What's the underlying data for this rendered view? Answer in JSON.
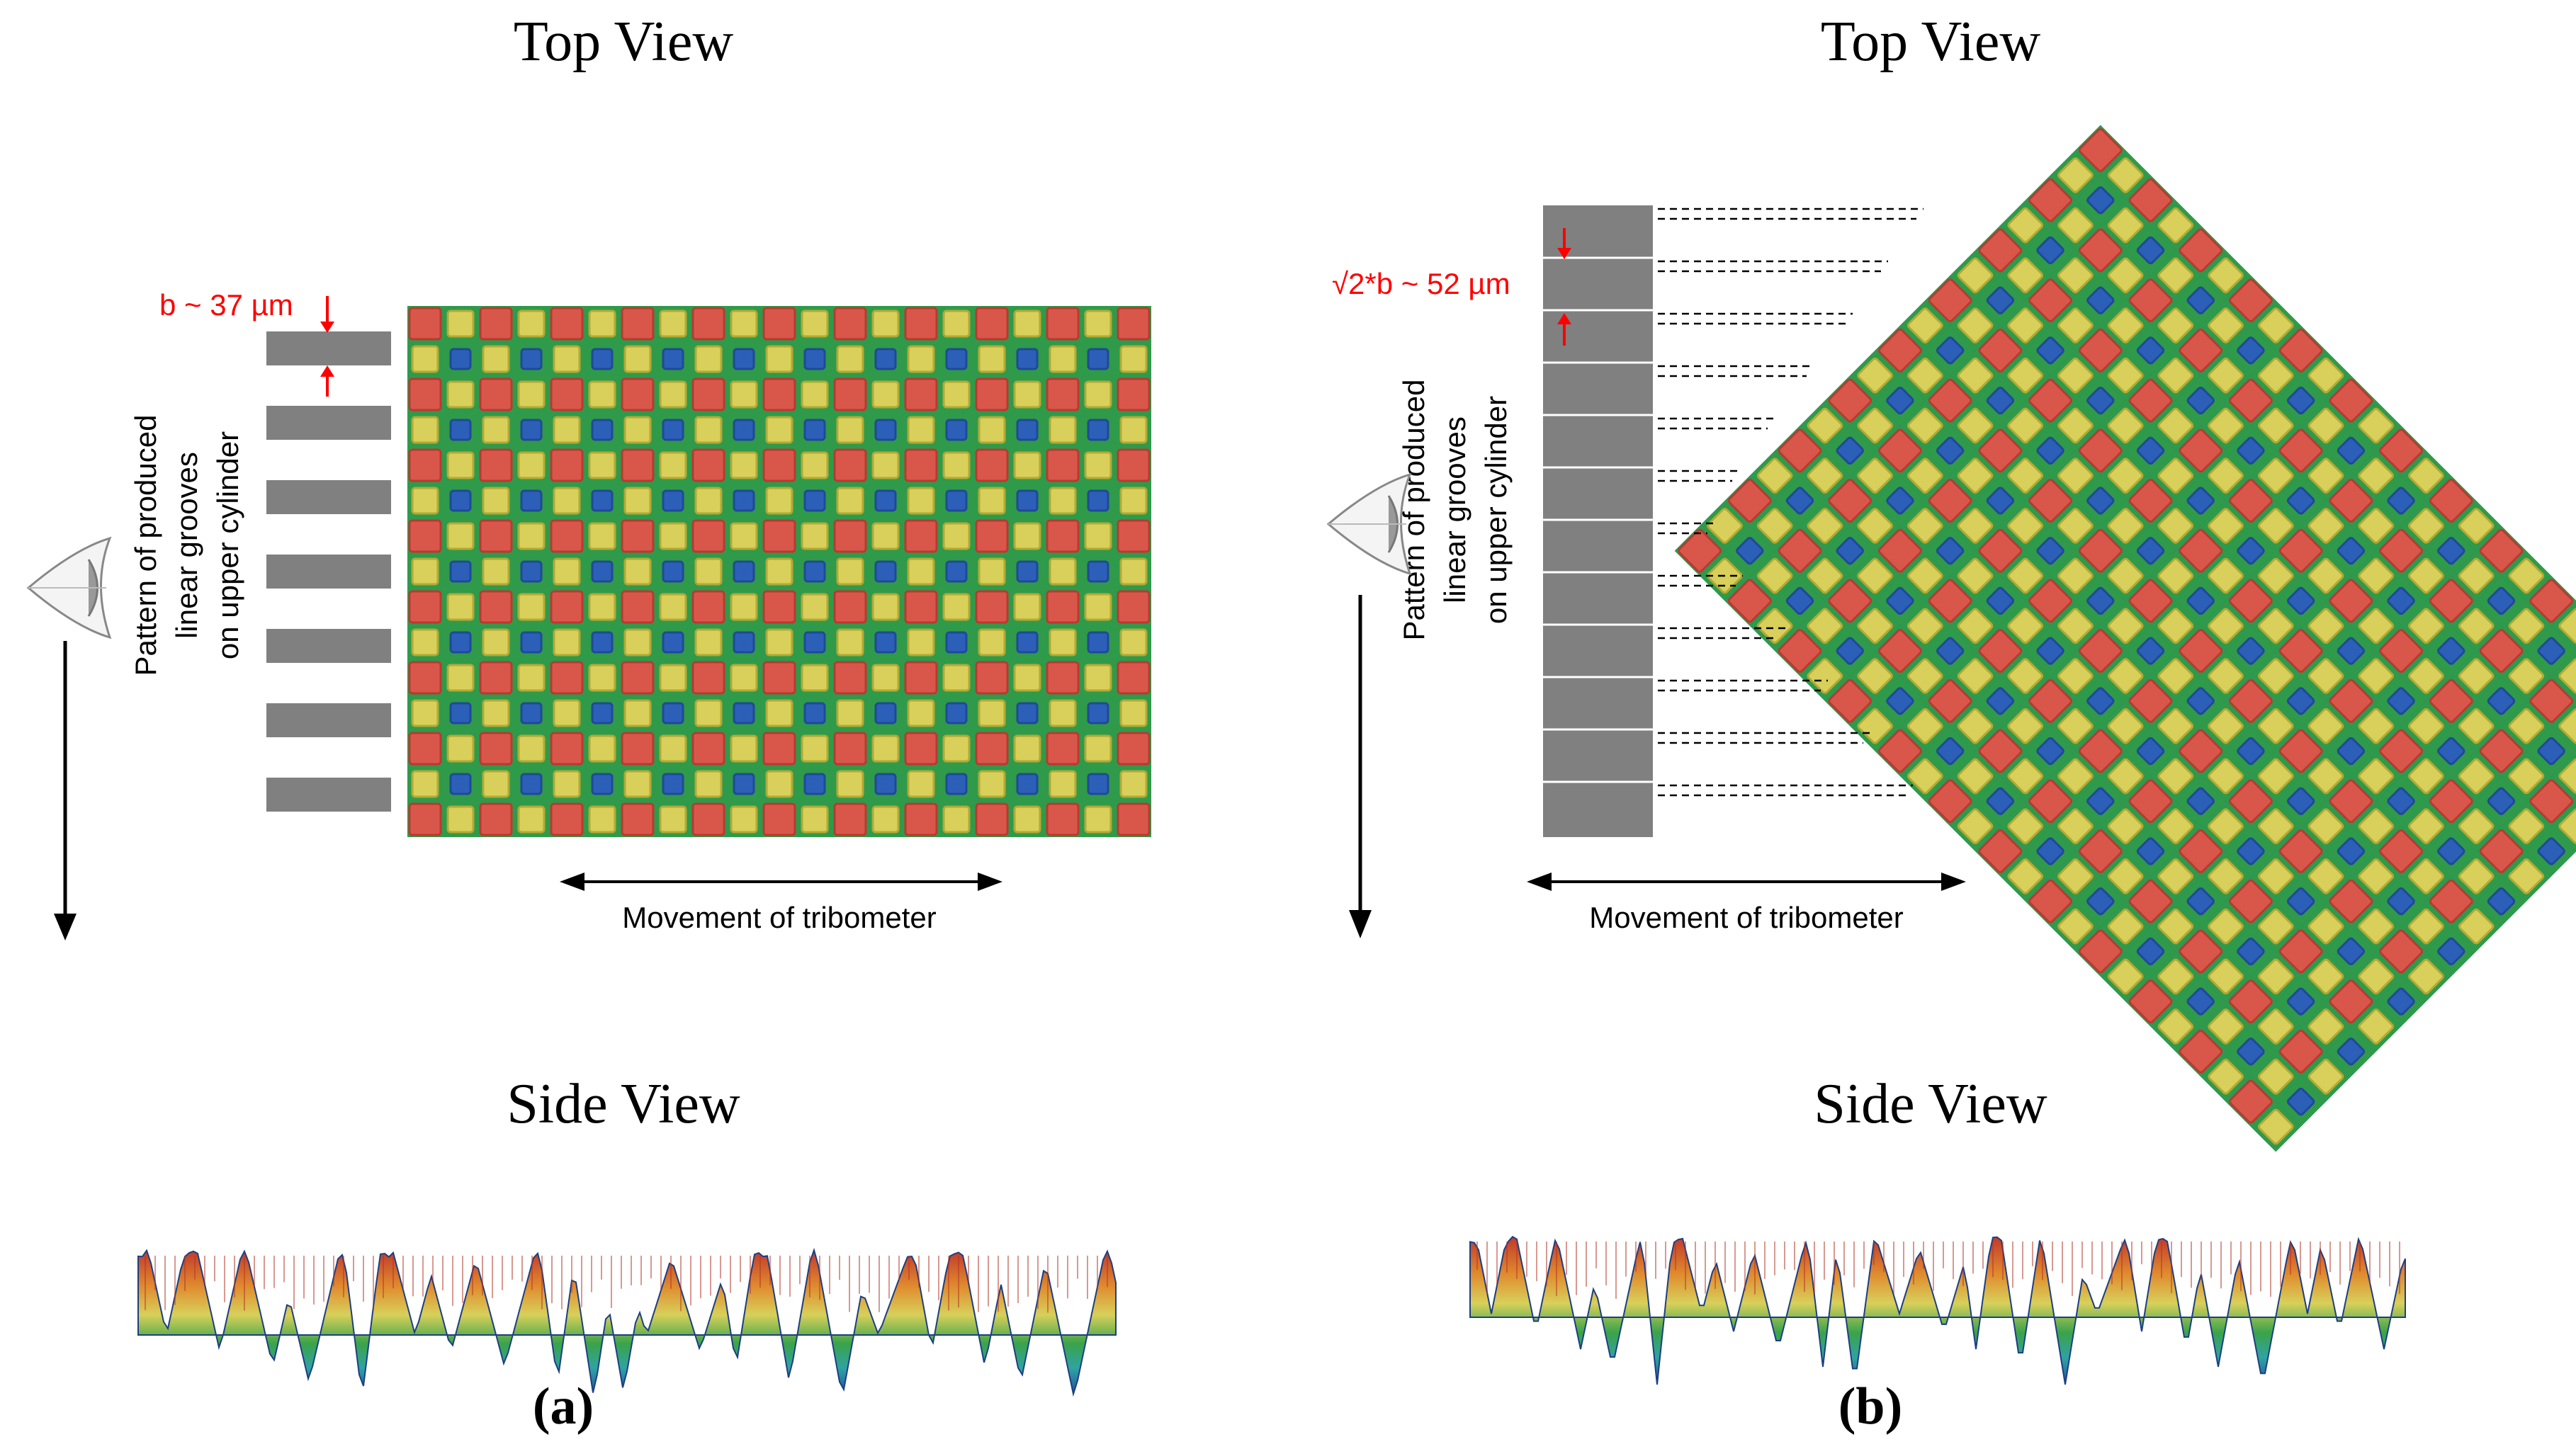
{
  "panels": [
    {
      "id": "a",
      "top_title": "Top View",
      "side_title": "Side View",
      "caption": "(a)",
      "dimension_label": "b ~ 37 µm",
      "pattern_label_lines": [
        "Pattern of produced",
        "linear grooves",
        "on upper cylinder"
      ],
      "movement_label": "Movement of tribometer",
      "texture_rotation_deg": 0
    },
    {
      "id": "b",
      "top_title": "Top View",
      "side_title": "Side View",
      "caption": "(b)",
      "dimension_label": "√2*b ~ 52 µm",
      "pattern_label_lines": [
        "Pattern of produced",
        "linear grooves",
        "on upper cylinder"
      ],
      "movement_label": "Movement of tribometer",
      "texture_rotation_deg": 45
    }
  ],
  "colors": {
    "peak": "#d9574a",
    "peak_edge": "#b83a30",
    "plateau": "#d8d05a",
    "plateau_edge": "#b3a935",
    "valley": "#2f9a4a",
    "deep": "#2c5fb8",
    "groove_bar": "#808080",
    "annotation": "#ff0000",
    "arrow": "#000000"
  },
  "icons": [
    "eye-icon",
    "down-arrow-icon",
    "double-arrow-icon"
  ]
}
